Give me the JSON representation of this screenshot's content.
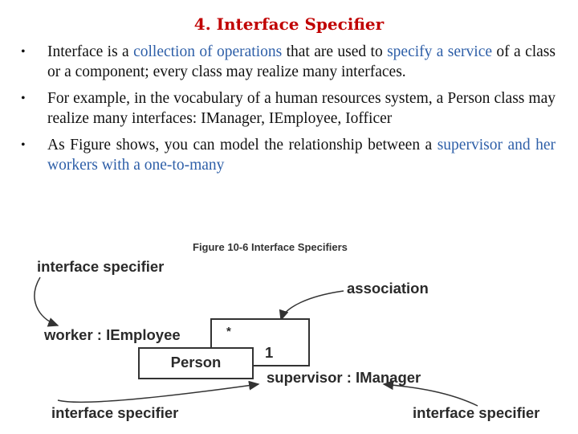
{
  "slide": {
    "title": "4. Interface Specifier",
    "bullet_symbol": "•",
    "bullets": [
      {
        "parts": [
          "Interface is a ",
          "collection of operations",
          " that are used to ",
          "specify a service",
          " of a class or a component; every class may realize many interfaces."
        ]
      },
      {
        "text": "For example, in the vocabulary of a human resources system, a Person class may realize many interfaces: IManager, IEmployee, Iofficer"
      },
      {
        "parts": [
          "As Figure shows, you can model the relationship between a ",
          "supervisor and her workers with a one-to-many"
        ]
      }
    ]
  },
  "figure": {
    "caption": "Figure 10-6 Interface Specifiers",
    "labels": {
      "interface_specifier_top": "interface specifier",
      "association": "association",
      "worker": "worker : IEmployee",
      "multiplicity_many": "*",
      "multiplicity_one": "1",
      "class_name": "Person",
      "supervisor": "supervisor : IManager",
      "interface_specifier_bottom_left": "interface specifier",
      "interface_specifier_bottom_right": "interface specifier"
    }
  },
  "colors": {
    "title": "#c00000",
    "highlight": "#2e5fa8",
    "body_text": "#111111",
    "diagram": "#333333"
  }
}
